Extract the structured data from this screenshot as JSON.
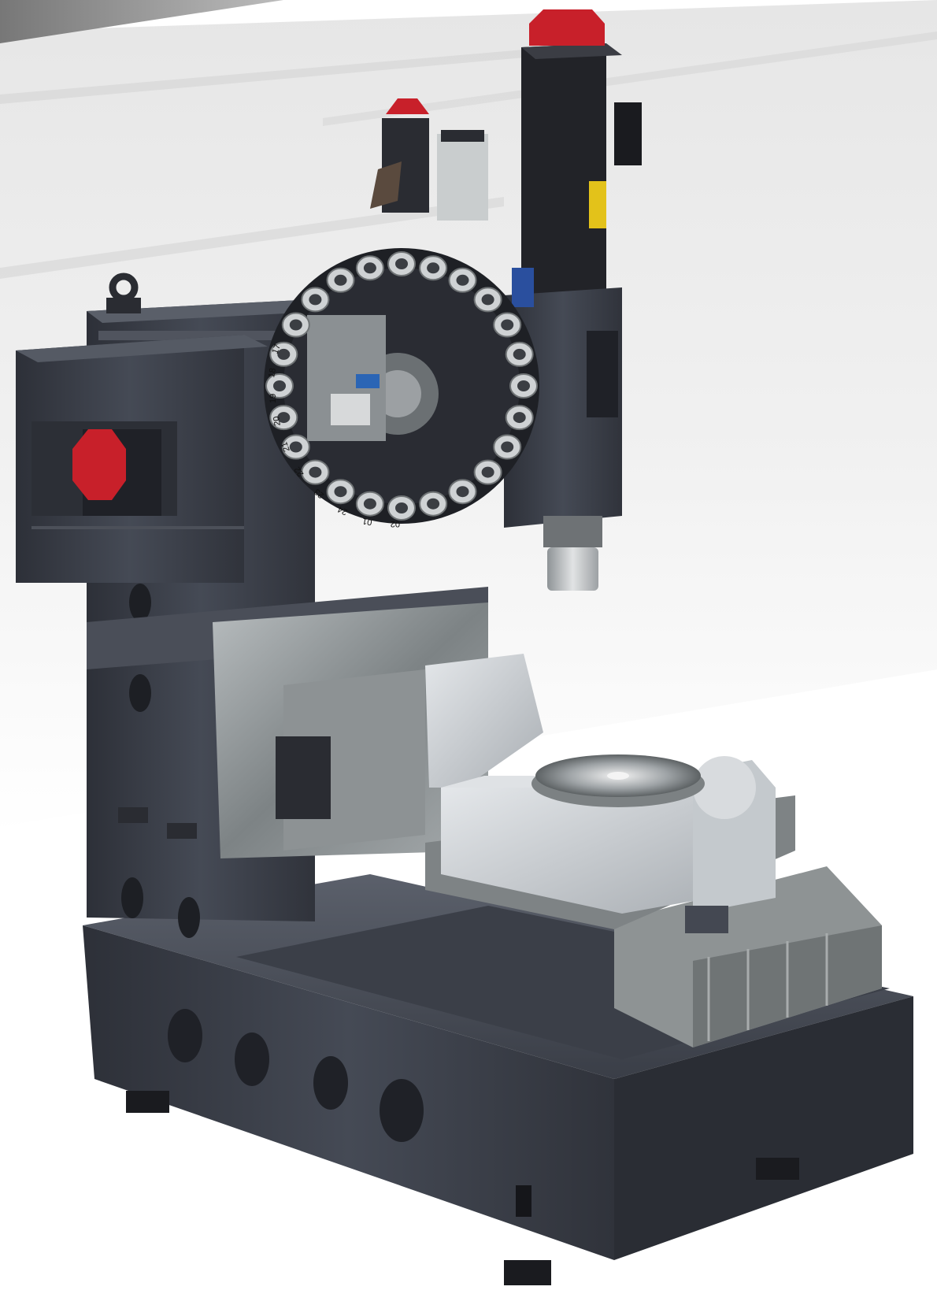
{
  "image": {
    "subject": "",
    "colors": {
      "background": "#ffffff",
      "backdrop_gray": "#ececec",
      "casting": "#3f434d",
      "casting_dark": "#2c2f36",
      "steel": "#9aa0a3",
      "steel_light": "#c9cdce",
      "rotary_table_gray": "#c8ccd0",
      "motor_cap_red": "#c8202a",
      "warning_yellow": "#e3c21a",
      "tool_holder_silver": "#cfd2d4"
    }
  },
  "tool_magazine": {
    "pocket_labels": [
      "17",
      "18",
      "19",
      "20",
      "21",
      "22",
      "23",
      "24",
      "01",
      "02"
    ]
  }
}
